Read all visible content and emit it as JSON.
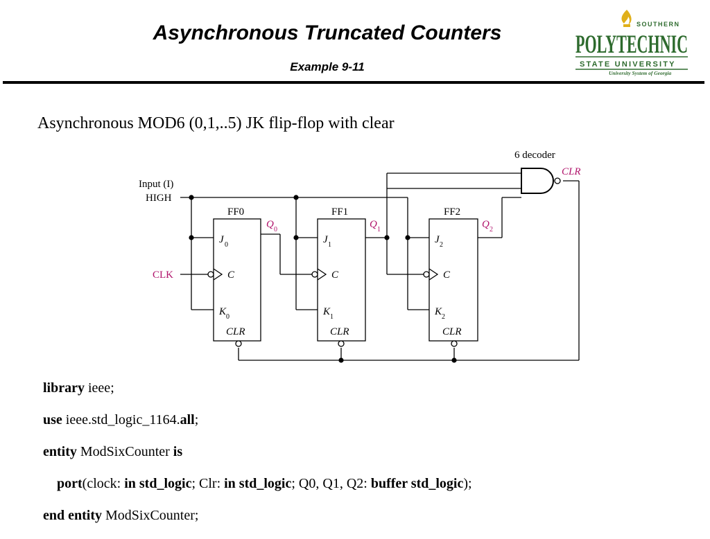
{
  "header": {
    "title": "Asynchronous Truncated Counters",
    "subtitle": "Example 9-11"
  },
  "logo": {
    "top_text": "SOUTHERN",
    "main_text": "POLYTECHNIC",
    "sub_text": "STATE UNIVERSITY",
    "tagline": "University System of Georgia",
    "colors": {
      "green": "#2e6b2e",
      "gold": "#e0b01a"
    }
  },
  "caption": "Asynchronous MOD6 (0,1,..5) JK flip-flop with clear",
  "circuit": {
    "decoder_label": "6 decoder",
    "clr_out_label": "CLR",
    "input_label": "Input (I)",
    "high_label": "HIGH",
    "clk_label": "CLK",
    "accent_color": "#b0136b",
    "flipflops": [
      {
        "name": "FF0",
        "q": "Q",
        "q_sub": "0",
        "j": "J",
        "j_sub": "0",
        "c": "C",
        "k": "K",
        "k_sub": "0",
        "clr": "CLR"
      },
      {
        "name": "FF1",
        "q": "Q",
        "q_sub": "1",
        "j": "J",
        "j_sub": "1",
        "c": "C",
        "k": "K",
        "k_sub": "1",
        "clr": "CLR"
      },
      {
        "name": "FF2",
        "q": "Q",
        "q_sub": "2",
        "j": "J",
        "j_sub": "2",
        "c": "C",
        "k": "K",
        "k_sub": "2",
        "clr": "CLR"
      }
    ]
  },
  "code": {
    "line1": {
      "kw1": "library",
      "t1": " ieee;"
    },
    "line2": {
      "kw1": "use",
      "t1": " ieee.std_logic_1164.",
      "kw2": "all",
      "t2": ";"
    },
    "line3": {
      "kw1": "entity",
      "t1": " ModSixCounter ",
      "kw2": "is"
    },
    "line4": {
      "kw1": "port",
      "t1": "(clock: ",
      "kw2": "in std_logic",
      "t2": "; Clr: ",
      "kw3": "in std_logic",
      "t3": "; Q0, Q1, Q2: ",
      "kw4": "buffer std_logic",
      "t4": ");"
    },
    "line5": {
      "kw1": "end entity",
      "t1": " ModSixCounter;"
    }
  }
}
